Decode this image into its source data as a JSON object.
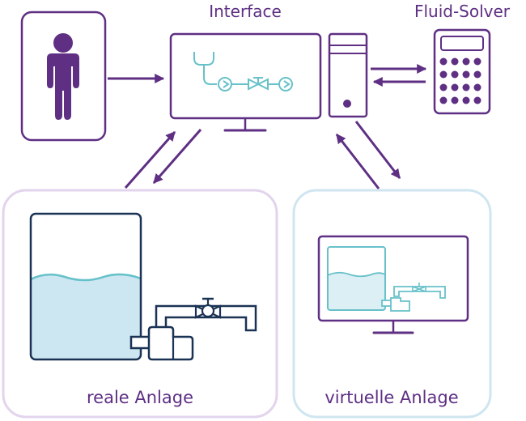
{
  "labels": {
    "interface": "Interface",
    "fluid_solver": "Fluid-Solver",
    "real_plant": "reale Anlage",
    "virtual_plant": "virtuelle Anlage"
  },
  "icons": {
    "user": "person-icon",
    "monitor": "monitor-icon",
    "server": "computer-tower-icon",
    "solver": "calculator-icon",
    "real_tank": "tank-with-pump-icon",
    "virtual_monitor": "monitor-with-tank-icon"
  },
  "colors": {
    "purple": "#5e2f83",
    "teal": "#67c1c9",
    "navy": "#1a3254",
    "water": "#cce6f2",
    "water_light": "#dceff5",
    "panel_real": "#e3d4ee",
    "panel_virtual": "#cfe6f0"
  }
}
